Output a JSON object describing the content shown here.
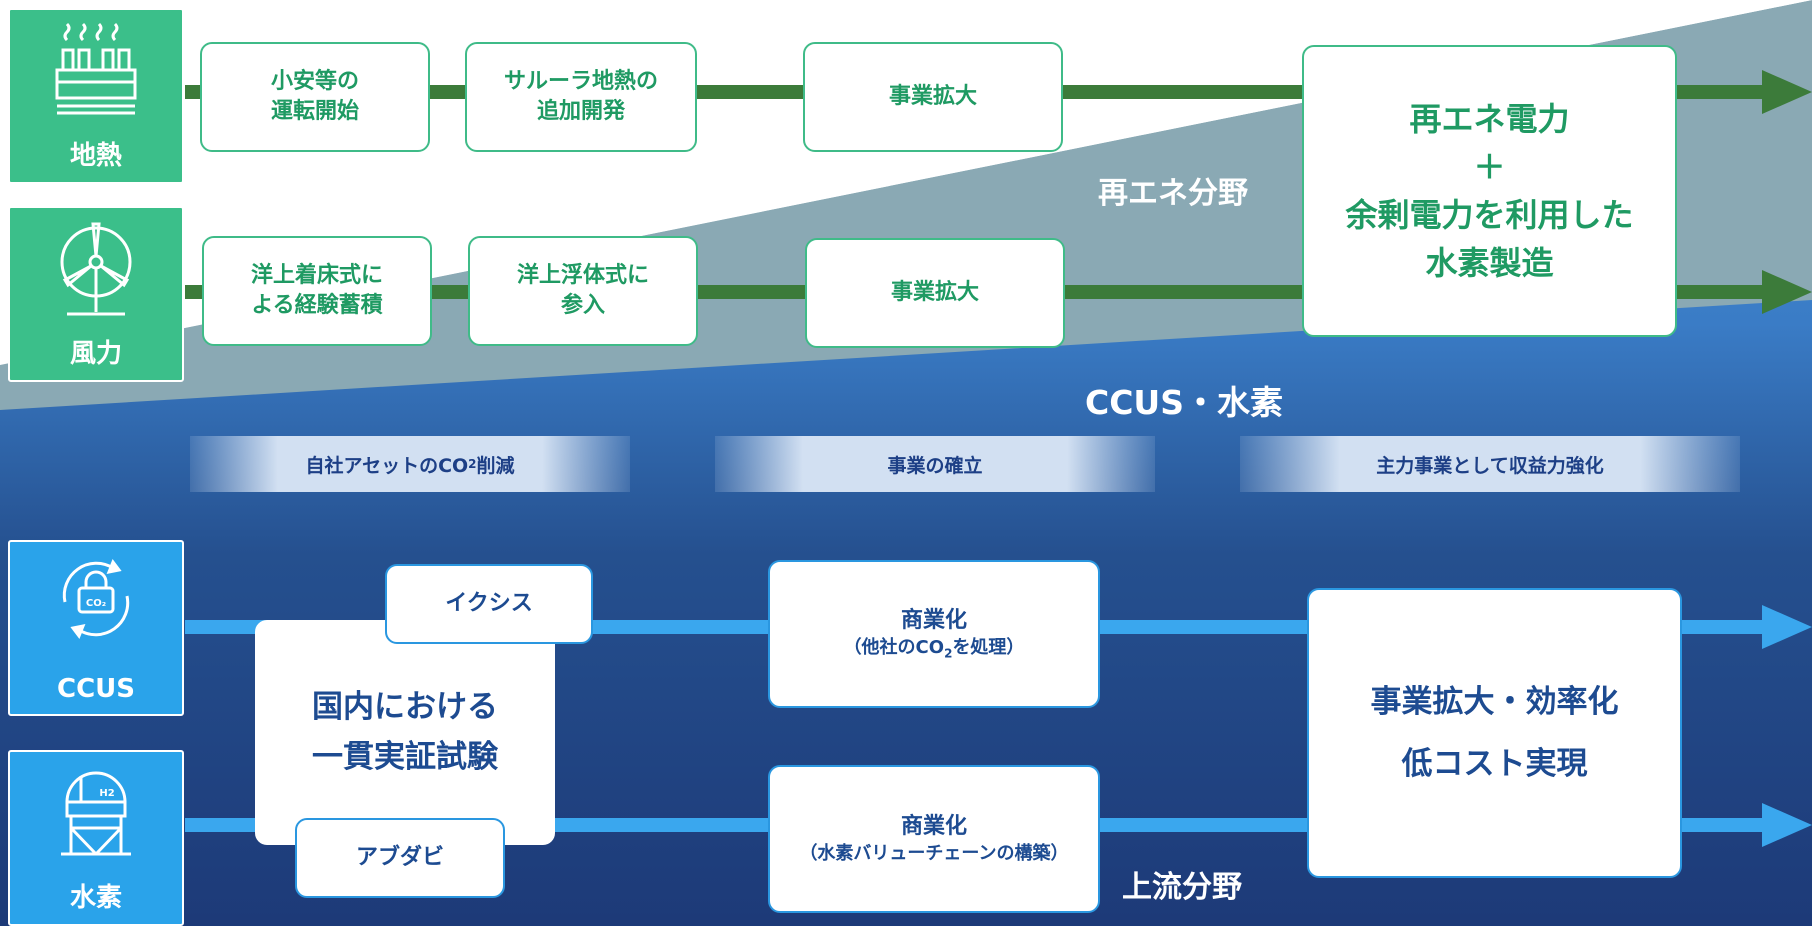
{
  "colors": {
    "geo_arrow": "#3c7b3a",
    "ccus_arrow": "#3aa7ee",
    "box_green_text": "#1f9a63",
    "box_blue_text": "#1d4b91",
    "tile_green": "#3bbf8a",
    "tile_blue": "#2aa3ea"
  },
  "tiles": {
    "geothermal": {
      "label": "地熱",
      "icon": "geothermal-plant-icon"
    },
    "wind": {
      "label": "風力",
      "icon": "wind-turbine-icon"
    },
    "ccus": {
      "label": "CCUS",
      "icon": "co2-cycle-icon",
      "icon_text": "CO₂"
    },
    "hydrogen": {
      "label": "水素",
      "icon": "hydrogen-tank-icon",
      "icon_text": "H2"
    }
  },
  "geothermal_row": {
    "step1": "小安等の\n運転開始",
    "step2": "サルーラ地熱の\n追加開発",
    "step3": "事業拡大"
  },
  "wind_row": {
    "step1": "洋上着床式に\nよる経験蓄積",
    "step2": "洋上浮体式に\n参入",
    "step3": "事業拡大"
  },
  "renewable_goal": "再エネ電力\n＋\n余剰電力を利用した\n水素製造",
  "field_labels": {
    "renewable": "再エネ分野",
    "ccus_hydrogen": "CCUS・水素",
    "upstream": "上流分野"
  },
  "phases": {
    "phase1_prefix": "自社アセットのCO",
    "phase1_sub": "2",
    "phase1_suffix": "削減",
    "phase2": "事業の確立",
    "phase3": "主力事業として収益力強化"
  },
  "ccus_row": {
    "tag_top": "イクシス",
    "demo_box": "国内における\n一貫実証試験",
    "tag_bottom": "アブダビ",
    "commercial_title": "商業化",
    "commercial_detail_prefix": "（他社のCO",
    "commercial_detail_sub": "2",
    "commercial_detail_suffix": "を処理）"
  },
  "hydrogen_row": {
    "commercial_title": "商業化",
    "commercial_detail": "（水素バリューチェーンの構築）"
  },
  "ccus_goal": "事業拡大・効率化\n低コスト実現"
}
